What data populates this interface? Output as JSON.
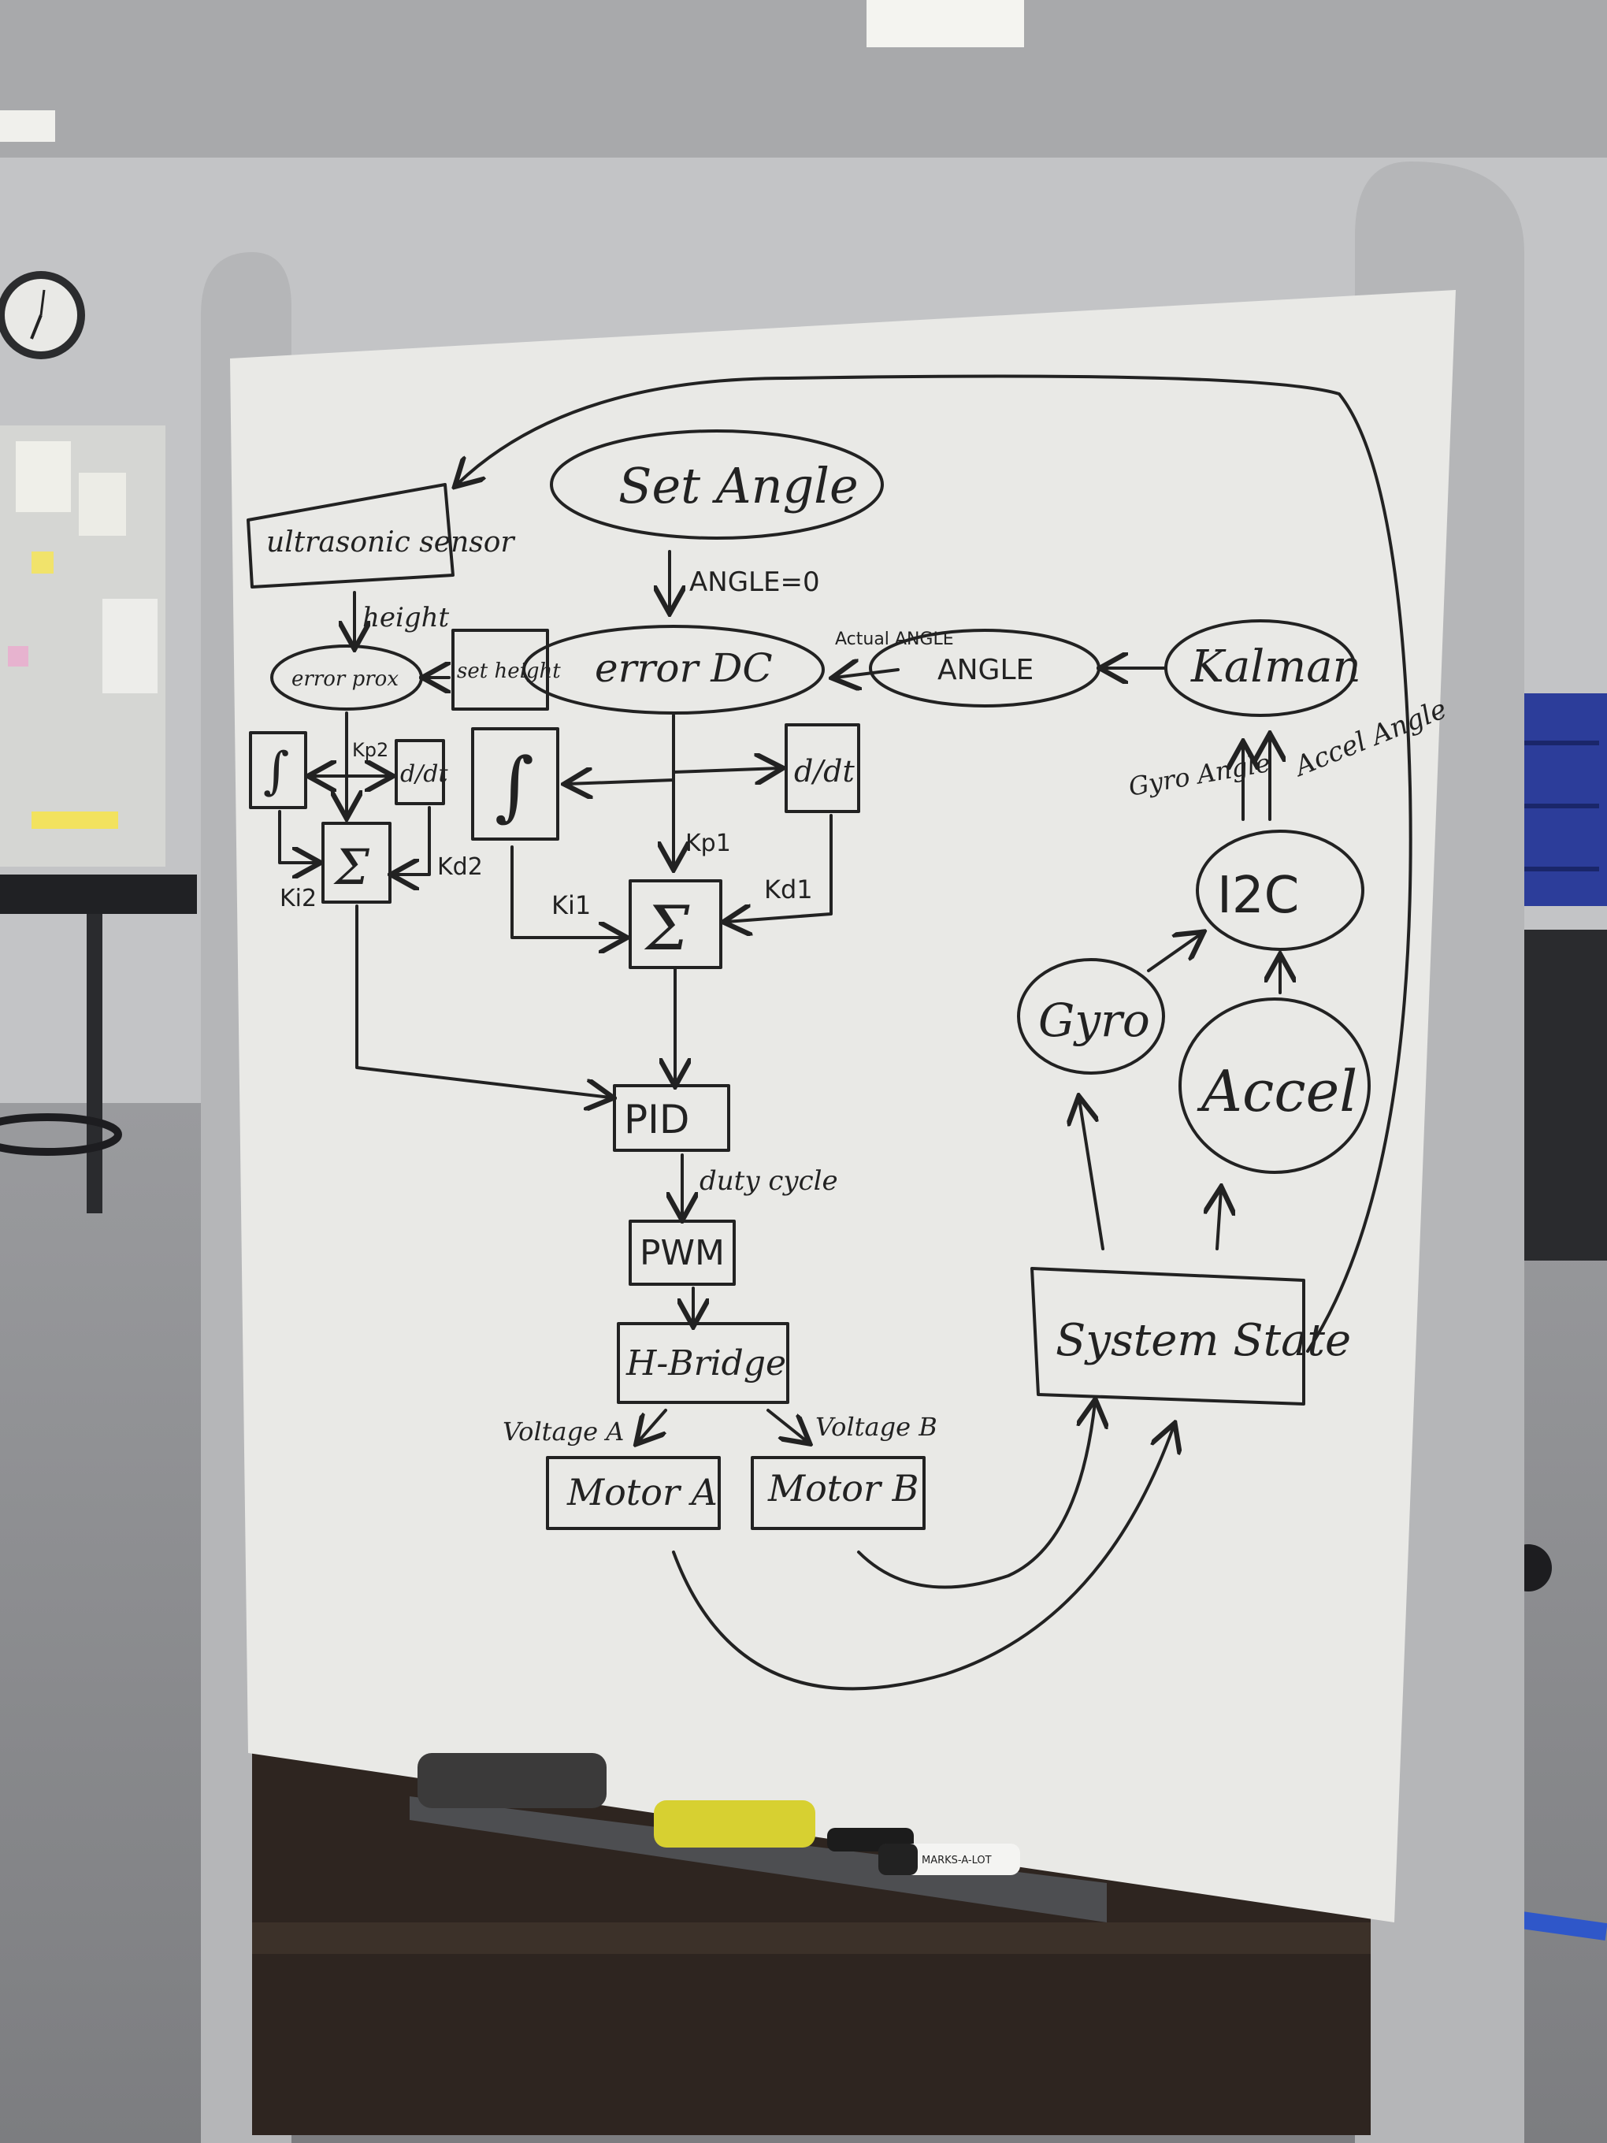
{
  "diagram": {
    "nodes": {
      "set_angle": "Set Angle",
      "ultrasonic": "ultrasonic sensor",
      "error_dc": "error DC",
      "angle": "ANGLE",
      "kalman": "Kalman",
      "error_prox": "error prox",
      "set_height": "set height",
      "integral": "∫",
      "derivative": "d/dt",
      "sum": "Σ",
      "pid": "PID",
      "pwm": "PWM",
      "hbridge": "H-Bridge",
      "motor_a": "Motor A",
      "motor_b": "Motor B",
      "system_state": "System State",
      "gyro": "Gyro",
      "accel": "Accel",
      "i2c": "I2C"
    },
    "labels": {
      "height": "height",
      "angle_zero": "ANGLE=0",
      "actual_angle": "Actual ANGLE",
      "kp2": "Kp2",
      "kd2": "Kd2",
      "ki2": "Ki2",
      "kp1": "Kp1",
      "ki1": "Ki1",
      "kd1": "Kd1",
      "duty_cycle": "duty cycle",
      "voltage_a": "Voltage A",
      "voltage_b": "Voltage B",
      "gyro_angle": "Gyro Angle",
      "accel_angle": "Accel Angle"
    },
    "colors": {
      "marker": "#222222",
      "board": "#ececea",
      "frame": "#b9babc"
    }
  },
  "marker_brand": "MARKS-A-LOT"
}
